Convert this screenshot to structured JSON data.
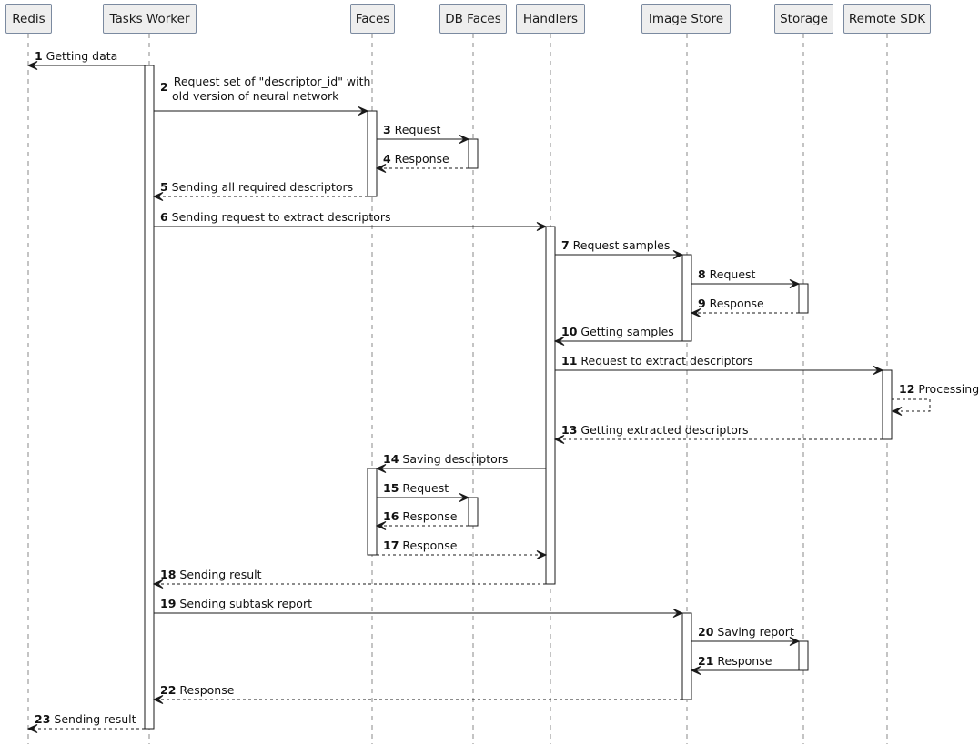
{
  "participants": [
    {
      "id": "redis",
      "label": "Redis"
    },
    {
      "id": "tasks_worker",
      "label": "Tasks Worker"
    },
    {
      "id": "faces",
      "label": "Faces"
    },
    {
      "id": "db_faces",
      "label": "DB Faces"
    },
    {
      "id": "handlers",
      "label": "Handlers"
    },
    {
      "id": "image_store",
      "label": "Image Store"
    },
    {
      "id": "storage",
      "label": "Storage"
    },
    {
      "id": "remote_sdk",
      "label": "Remote SDK"
    }
  ],
  "messages": [
    {
      "num": "1",
      "text": "Getting data",
      "from": "tasks_worker",
      "to": "redis",
      "style": "solid"
    },
    {
      "num": "2",
      "text": "Request set of \"descriptor_id\" with",
      "text2": "old version of neural network",
      "from": "tasks_worker",
      "to": "faces",
      "style": "solid"
    },
    {
      "num": "3",
      "text": "Request",
      "from": "faces",
      "to": "db_faces",
      "style": "solid"
    },
    {
      "num": "4",
      "text": "Response",
      "from": "db_faces",
      "to": "faces",
      "style": "dashed"
    },
    {
      "num": "5",
      "text": "Sending all required descriptors",
      "from": "faces",
      "to": "tasks_worker",
      "style": "dashed"
    },
    {
      "num": "6",
      "text": "Sending request to extract descriptors",
      "from": "tasks_worker",
      "to": "handlers",
      "style": "solid"
    },
    {
      "num": "7",
      "text": "Request samples",
      "from": "handlers",
      "to": "image_store",
      "style": "solid"
    },
    {
      "num": "8",
      "text": "Request",
      "from": "image_store",
      "to": "storage",
      "style": "solid"
    },
    {
      "num": "9",
      "text": "Response",
      "from": "storage",
      "to": "image_store",
      "style": "dashed"
    },
    {
      "num": "10",
      "text": "Getting samples",
      "from": "image_store",
      "to": "handlers",
      "style": "solid"
    },
    {
      "num": "11",
      "text": "Request to extract descriptors",
      "from": "handlers",
      "to": "remote_sdk",
      "style": "solid"
    },
    {
      "num": "12",
      "text": "Processing",
      "from": "remote_sdk",
      "to": "remote_sdk",
      "style": "dashed"
    },
    {
      "num": "13",
      "text": "Getting extracted descriptors",
      "from": "remote_sdk",
      "to": "handlers",
      "style": "dashed"
    },
    {
      "num": "14",
      "text": "Saving descriptors",
      "from": "handlers",
      "to": "faces",
      "style": "solid"
    },
    {
      "num": "15",
      "text": "Request",
      "from": "faces",
      "to": "db_faces",
      "style": "solid"
    },
    {
      "num": "16",
      "text": "Response",
      "from": "db_faces",
      "to": "faces",
      "style": "dashed"
    },
    {
      "num": "17",
      "text": "Response",
      "from": "faces",
      "to": "handlers",
      "style": "dashed"
    },
    {
      "num": "18",
      "text": "Sending result",
      "from": "handlers",
      "to": "tasks_worker",
      "style": "dashed"
    },
    {
      "num": "19",
      "text": "Sending subtask report",
      "from": "tasks_worker",
      "to": "image_store",
      "style": "solid"
    },
    {
      "num": "20",
      "text": "Saving report",
      "from": "image_store",
      "to": "storage",
      "style": "solid"
    },
    {
      "num": "21",
      "text": "Response",
      "from": "storage",
      "to": "image_store",
      "style": "solid"
    },
    {
      "num": "22",
      "text": "Response",
      "from": "image_store",
      "to": "tasks_worker",
      "style": "dashed"
    },
    {
      "num": "23",
      "text": "Sending result",
      "from": "tasks_worker",
      "to": "redis",
      "style": "dashed"
    }
  ],
  "activations": [
    {
      "participant": "tasks_worker",
      "start_msg": "1",
      "end_msg": "23"
    },
    {
      "participant": "faces",
      "start_msg": "2",
      "end_msg": "5"
    },
    {
      "participant": "db_faces",
      "start_msg": "3",
      "end_msg": "4"
    },
    {
      "participant": "handlers",
      "start_msg": "6",
      "end_msg": "18"
    },
    {
      "participant": "image_store",
      "start_msg": "7",
      "end_msg": "10"
    },
    {
      "participant": "storage",
      "start_msg": "8",
      "end_msg": "9"
    },
    {
      "participant": "remote_sdk",
      "start_msg": "11",
      "end_msg": "13"
    },
    {
      "participant": "faces",
      "start_msg": "14",
      "end_msg": "17"
    },
    {
      "participant": "db_faces",
      "start_msg": "15",
      "end_msg": "16"
    },
    {
      "participant": "image_store",
      "start_msg": "19",
      "end_msg": "22"
    },
    {
      "participant": "storage",
      "start_msg": "20",
      "end_msg": "21"
    }
  ],
  "colors": {
    "line": "#1a1a1a",
    "lifeline": "#888888",
    "participant_fill": "#eeeeee",
    "participant_border": "#7b8aa0",
    "activation_fill": "#ffffff"
  }
}
